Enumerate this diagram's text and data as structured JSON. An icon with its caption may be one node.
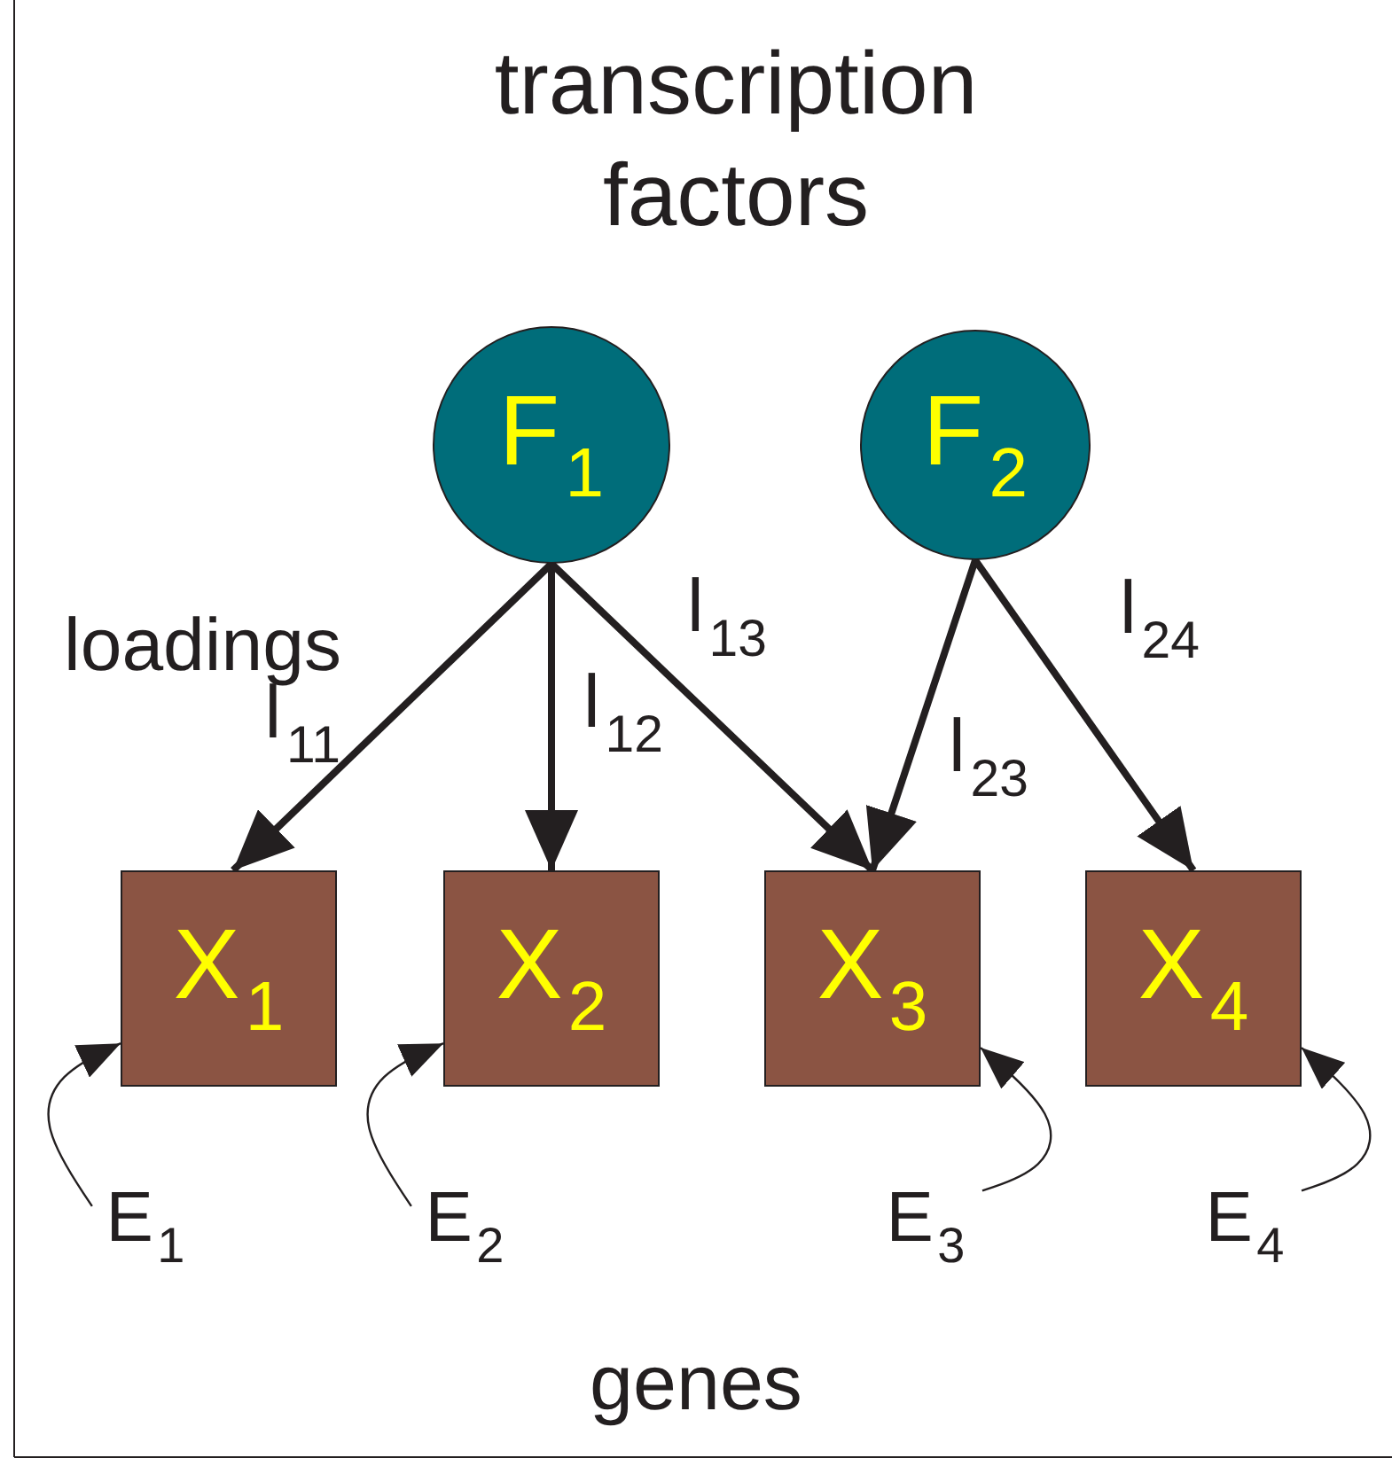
{
  "diagram": {
    "nodes": [
      {
        "text": [
          "F$_{1}$"
        ]
      },
      {
        "text": [
          "F$_{2}$"
        ]
      },
      {
        "text": [
          "X$_{1}$"
        ]
      },
      {
        "text": [
          "X$_{2}$"
        ]
      },
      {
        "text": [
          "X$_{3}$"
        ]
      },
      {
        "text": [
          "X$_{4}$"
        ]
      },
      {
        "text": [
          "E$_{1}$"
        ]
      },
      {
        "text": [
          "E$_{2}$"
        ]
      },
      {
        "text": [
          "E$_{3}$"
        ]
      },
      {
        "text": [
          "E$_{4}$"
        ]
      }
    ],
    "edges": [
      {
        "from": 0,
        "to": 2,
        "arrow": "to",
        "label": "l$_{11}$"
      },
      {
        "from": 0,
        "to": 3,
        "arrow": "to",
        "label": "l$_{12}$"
      },
      {
        "from": 0,
        "to": 4,
        "arrow": "to",
        "label": "l$_{13}$"
      },
      {
        "from": 1,
        "to": 4,
        "arrow": "to",
        "label": "l$_{23}$"
      },
      {
        "from": 1,
        "to": 5,
        "arrow": "to",
        "label": "l$_{24}$"
      },
      {
        "from": 6,
        "to": 2,
        "arrow": "to"
      },
      {
        "from": 7,
        "to": 3,
        "arrow": "to"
      },
      {
        "from": 8,
        "to": 4,
        "arrow": "to"
      },
      {
        "from": 9,
        "to": 5,
        "arrow": "to"
      }
    ],
    "labels": [
      "transcription factors",
      "loadings",
      "genes"
    ]
  }
}
